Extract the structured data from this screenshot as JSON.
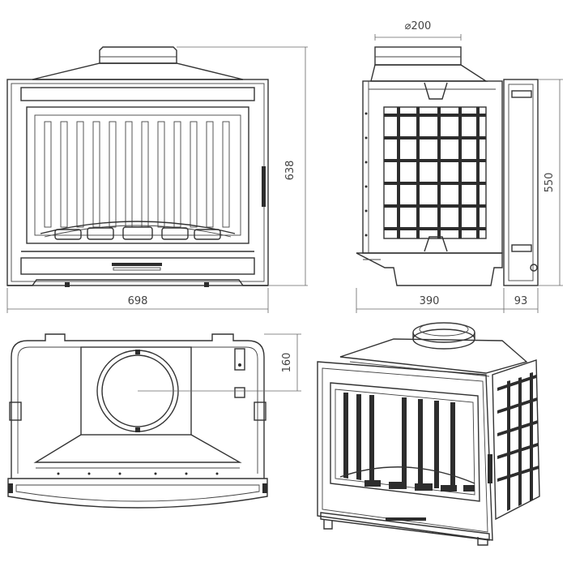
{
  "dimensions": {
    "front_width": "698",
    "front_height": "638",
    "side_diameter": "⌀200",
    "side_height": "550",
    "side_depth": "390",
    "side_frame": "93",
    "top_offset": "160"
  }
}
